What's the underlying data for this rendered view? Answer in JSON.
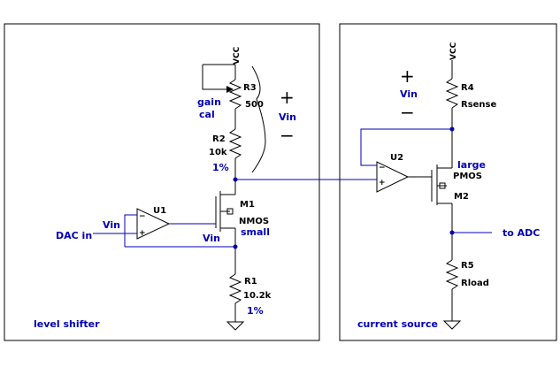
{
  "panels": {
    "level_shifter": "level shifter",
    "current_source": "current source"
  },
  "supply": {
    "vcc_left": "VCC",
    "vcc_right": "VCC"
  },
  "components": {
    "r3": {
      "name": "R3",
      "value": "500"
    },
    "r2": {
      "name": "R2",
      "value": "10k",
      "tol": "1%"
    },
    "r1": {
      "name": "R1",
      "value": "10.2k",
      "tol": "1%"
    },
    "r4": {
      "name": "R4",
      "value": "Rsense"
    },
    "r5": {
      "name": "R5",
      "value": "Rload"
    },
    "u1": {
      "name": "U1"
    },
    "u2": {
      "name": "U2"
    },
    "m1": {
      "name": "M1",
      "type": "NMOS",
      "size": "small"
    },
    "m2": {
      "name": "M2",
      "type": "PMOS",
      "size": "large"
    }
  },
  "labels": {
    "gain": "gain",
    "cal": "cal",
    "vin_u1": "Vin",
    "vin_src": "Vin",
    "vin_span": "Vin",
    "vin_right": "Vin",
    "dac_in": "DAC in",
    "to_adc": "to ADC",
    "plus": "+",
    "minus": "−",
    "op_plus": "+",
    "op_minus": "−"
  }
}
